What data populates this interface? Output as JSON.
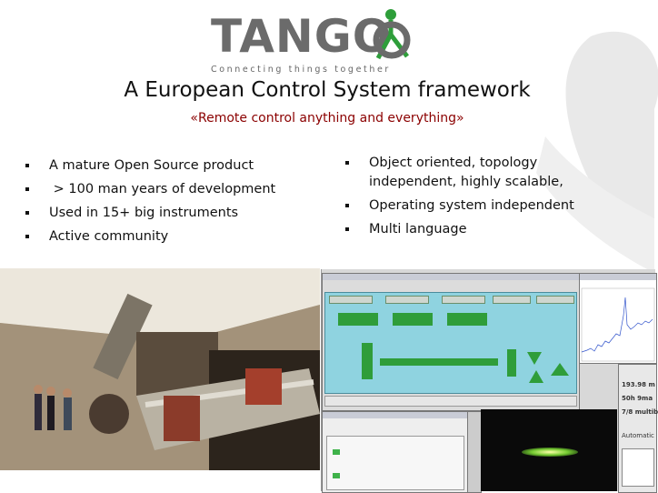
{
  "logo": {
    "wordmark": "TANGO",
    "tagline": "Connecting things together"
  },
  "header": {
    "title": "A European Control System framework",
    "subtitle": "«Remote control anything and everything»"
  },
  "bullets_left": [
    {
      "text": "A mature Open Source product"
    },
    {
      "text": " > 100 man years of development"
    },
    {
      "text": "Used in 15+ big instruments"
    },
    {
      "text": "Active community"
    }
  ],
  "bullets_right": [
    {
      "text": "Object oriented, topology independent, highly scalable,"
    },
    {
      "text": "Operating system independent"
    },
    {
      "text": "Multi language"
    }
  ],
  "gui_readouts": {
    "value_1": "193.98 m",
    "value_2": "50h 9ma",
    "value_3": "7/8 multib",
    "value_4": "Automatic"
  },
  "colors": {
    "subtitle": "#8b0000",
    "logo_grey": "#6b6b6b",
    "logo_accent": "#2e9e3a",
    "synoptic_panel": "#8fd3e0"
  },
  "icons": {
    "bullet": "square-bullet-icon"
  }
}
